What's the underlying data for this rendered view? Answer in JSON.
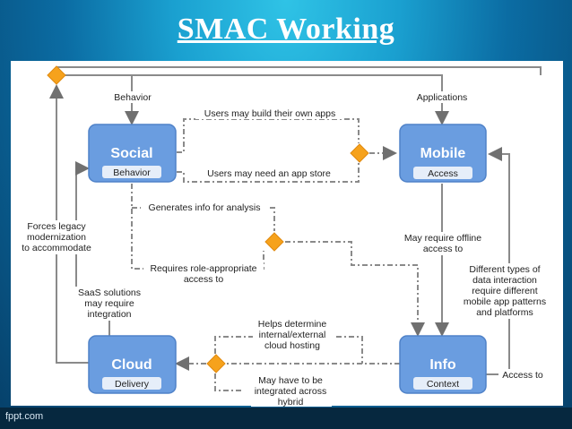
{
  "slide": {
    "title": "SMAC Working",
    "footer": "fppt.com"
  },
  "nodes": {
    "social": {
      "title": "Social",
      "sub": "Behavior"
    },
    "mobile": {
      "title": "Mobile",
      "sub": "Access"
    },
    "cloud": {
      "title": "Cloud",
      "sub": "Delivery"
    },
    "info": {
      "title": "Info",
      "sub": "Context"
    }
  },
  "labels": {
    "behavior": "Behavior",
    "applications": "Applications",
    "build_apps": "Users may build their own apps",
    "app_store": "Users may need an app store",
    "generates_info": "Generates info for analysis",
    "role_access_1": "Requires role-appropriate",
    "role_access_2": "access to",
    "forces_legacy_1": "Forces legacy",
    "forces_legacy_2": "modernization",
    "forces_legacy_3": "to accommodate",
    "saas_1": "SaaS solutions",
    "saas_2": "may require",
    "saas_3": "integration",
    "offline_1": "May require offline",
    "offline_2": "access to",
    "diff_1": "Different types of",
    "diff_2": "data interaction",
    "diff_3": "require different",
    "diff_4": "mobile app patterns",
    "diff_5": "and platforms",
    "helps_1": "Helps determine",
    "helps_2": "internal/external",
    "helps_3": "cloud hosting",
    "integrated_1": "May have to be",
    "integrated_2": "integrated across",
    "integrated_3": "hybrid",
    "access_to": "Access to"
  },
  "colors": {
    "box": "#6a9de0",
    "box_border": "#4f82c8",
    "diamond": "#f6a21c",
    "line": "#8a8a8a",
    "arrow": "#707070"
  }
}
